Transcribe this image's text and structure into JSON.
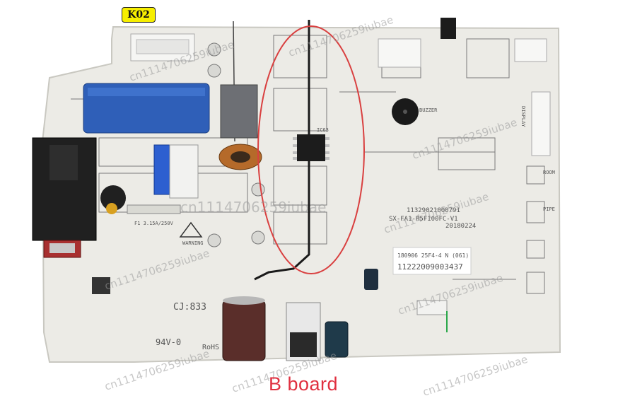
{
  "tag_label": "K02",
  "caption": "B board",
  "watermark": "cn1114706259iubae",
  "labels": {
    "code1": "11329021000791",
    "code2": "SX-FA1-R5F100FC-V1",
    "date": "20180224",
    "sticker1": "180906 25F4-4 N (061)",
    "sticker2": "11222009003437",
    "model": "CJ:833",
    "grade": "94V-0",
    "rohs": "RoHS",
    "fuse": "F1 3.15A/250V",
    "buzzer": "BUZZER",
    "warning": "WARNING",
    "display": "DISPLAY",
    "room": "ROOM",
    "pipe": "PIPE",
    "ic": "IC63"
  },
  "colors": {
    "board": "#ecebe6",
    "highlight": "#d94040",
    "caption": "#e03040",
    "tag": "#f6ee00",
    "capacitor_blue": "#2f5fb8"
  }
}
